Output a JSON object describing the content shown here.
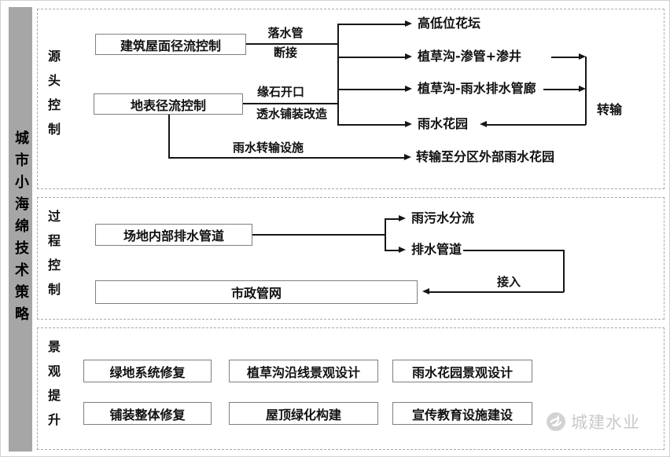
{
  "sidebar": {
    "title": "城市小海绵技术策略"
  },
  "sections": [
    {
      "id": "source",
      "label": "源头控制"
    },
    {
      "id": "process",
      "label": "过程控制"
    },
    {
      "id": "landscape",
      "label": "景观提升"
    }
  ],
  "source": {
    "roof_box": "建筑屋面径流控制",
    "surface_box": "地表径流控制",
    "label_downspout_top": "落水管",
    "label_downspout_bottom": "断接",
    "label_curb": "缘石开口",
    "label_permeable": "透水铺装改造",
    "label_transfer_facility": "雨水转输设施",
    "label_transfer": "转输",
    "target_planter": "高低位花坛",
    "target_swale_seep": "植草沟-渗管+渗井",
    "target_swale_gallery": "植草沟-雨水排水管廊",
    "target_rain_garden": "雨水花园",
    "target_external_garden": "转输至分区外部雨水花园"
  },
  "process": {
    "site_pipes_box": "场地内部排水管道",
    "target_separation": "雨污水分流",
    "target_drain_pipe": "排水管道",
    "municipal_box": "市政管网",
    "label_connect": "接入"
  },
  "landscape": {
    "boxes": [
      "绿地系统修复",
      "植草沟沿线景观设计",
      "雨水花园景观设计",
      "铺装整体修复",
      "屋顶绿化构建",
      "宣传教育设施建设"
    ]
  },
  "watermark": {
    "text": "城建水业"
  },
  "colors": {
    "sidebar_bg": "#a6a6a6",
    "line": "#161616",
    "box_border": "#7f7f7f",
    "dashed_border": "#a9a9a9",
    "watermark": "#c9c9c9"
  }
}
